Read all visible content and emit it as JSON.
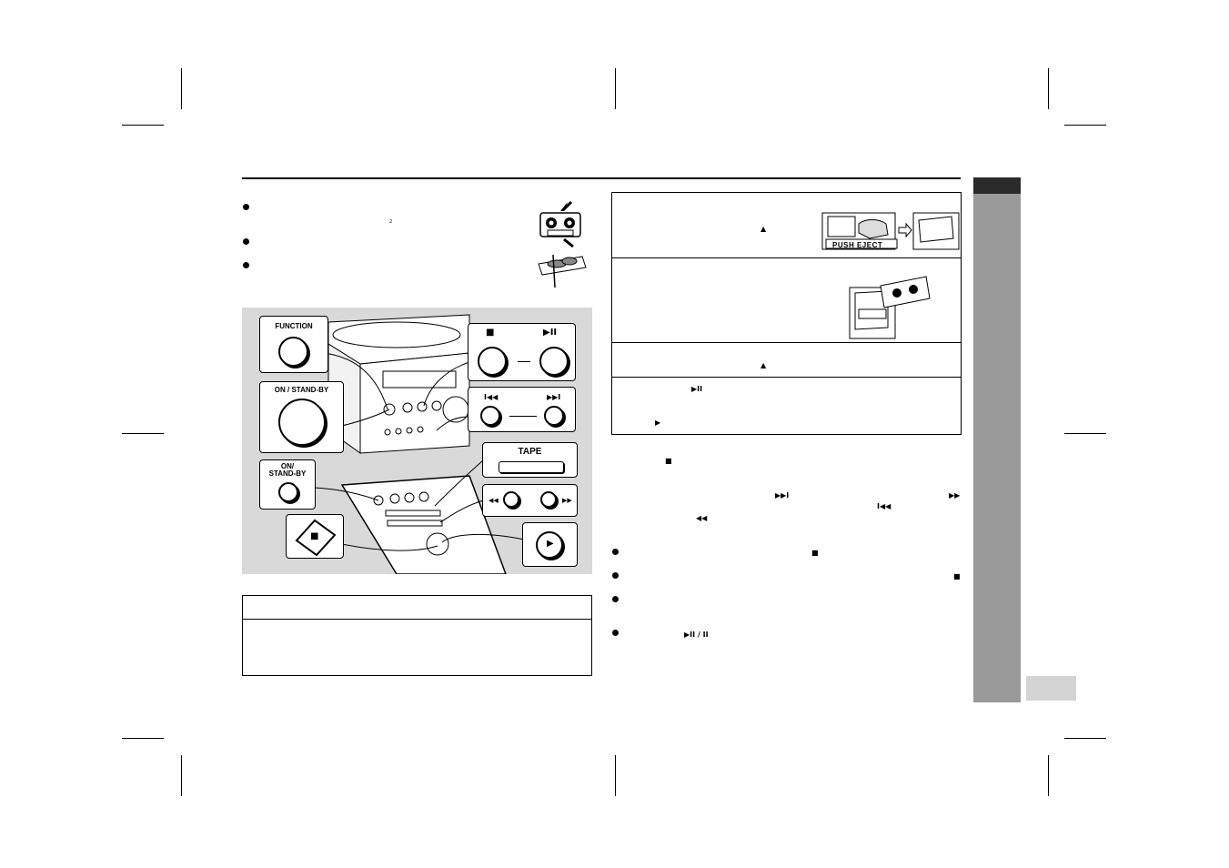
{
  "illustration": {
    "function_label": "FUNCTION",
    "on_standby_label": "ON / STAND-BY",
    "remote_on_standby_label": "ON/\nSTAND-BY",
    "tape_label": "TAPE",
    "push_eject_label": "PUSH  EJECT",
    "stop_symbol": "■",
    "play_pause_symbol": "▶II",
    "prev_symbol": "I◀◀",
    "next_symbol": "▶▶I",
    "rew_symbol": "◀◀",
    "ff_symbol": "▶▶",
    "play_symbol": "▶",
    "superscript_mark": "2"
  },
  "steps": {
    "eject_symbol": "▲",
    "play_pause_symbol": "▶II",
    "play_symbol": "▶"
  },
  "notes": {
    "stop_symbol": "■",
    "next_symbol": "▶▶I",
    "ff_symbol": "▶▶",
    "prev_symbol": "I◀◀",
    "rew_symbol": "◀◀",
    "pause_symbols": "▶II / II"
  },
  "colors": {
    "panel_bg": "#d9d9d9",
    "side_tab": "#9a9a9a",
    "side_tab_top": "#2a2a2a",
    "page_box": "#d4d4d4"
  }
}
